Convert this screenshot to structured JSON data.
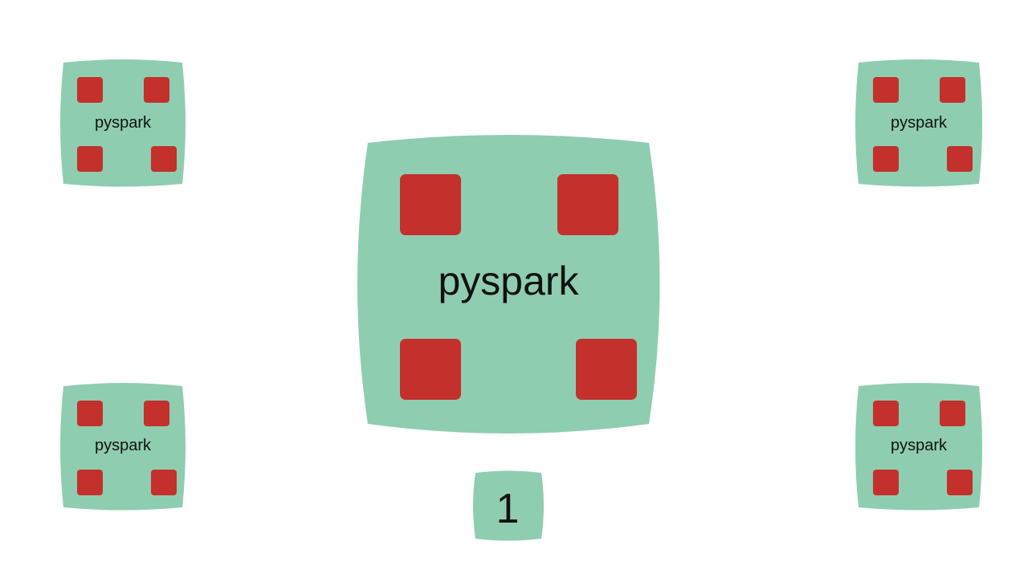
{
  "colors": {
    "background": "#ffffff",
    "node_fill": "#8ecdb0",
    "core_fill": "#c4302b",
    "text": "#111111"
  },
  "nodes": {
    "top_left": {
      "label": "pyspark"
    },
    "top_right": {
      "label": "pyspark"
    },
    "bottom_left": {
      "label": "pyspark"
    },
    "bottom_right": {
      "label": "pyspark"
    },
    "center": {
      "label": "pyspark"
    }
  },
  "counter": {
    "value": "1"
  }
}
